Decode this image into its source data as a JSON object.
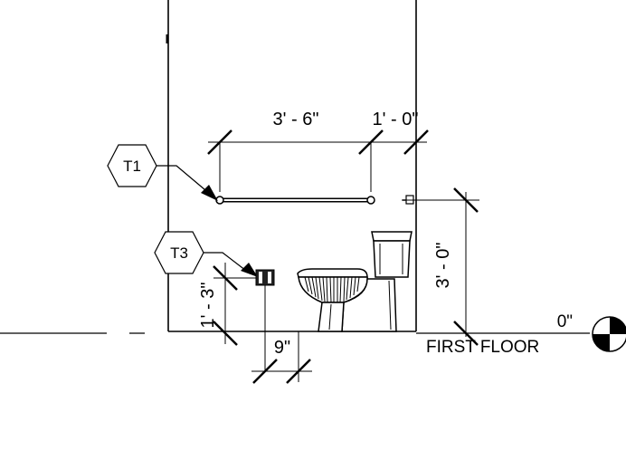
{
  "dimensions": {
    "grab_bar_length": "3' - 6\"",
    "grab_bar_offset": "1' - 0\"",
    "bar_height": "3' - 0\"",
    "paper_height": "1' - 3\"",
    "paper_offset": "9\""
  },
  "tags": {
    "t1": "T1",
    "t3": "T3"
  },
  "level": {
    "elevation": "0\"",
    "name": "FIRST FLOOR"
  }
}
